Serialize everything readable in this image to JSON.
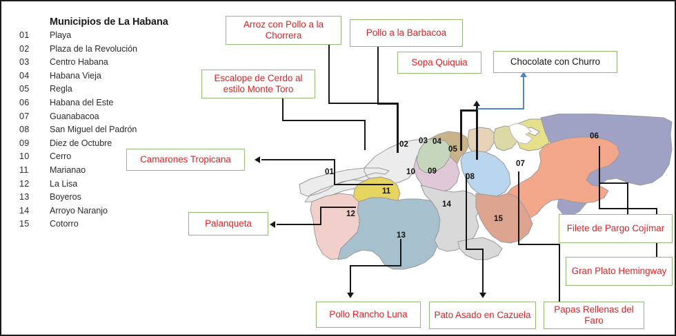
{
  "legend": {
    "title": "Municipios de La Habana",
    "items": [
      {
        "num": "01",
        "name": "Playa"
      },
      {
        "num": "02",
        "name": "Plaza de la Revolución"
      },
      {
        "num": "03",
        "name": "Centro Habana"
      },
      {
        "num": "04",
        "name": "Habana Vieja"
      },
      {
        "num": "05",
        "name": "Regla"
      },
      {
        "num": "06",
        "name": "Habana del Este"
      },
      {
        "num": "07",
        "name": "Guanabacoa"
      },
      {
        "num": "08",
        "name": "San Miguel del Padrón"
      },
      {
        "num": "09",
        "name": "Diez de Octubre"
      },
      {
        "num": "10",
        "name": "Cerro"
      },
      {
        "num": "11",
        "name": "Marianao"
      },
      {
        "num": "12",
        "name": "La Lisa"
      },
      {
        "num": "13",
        "name": "Boyeros"
      },
      {
        "num": "14",
        "name": "Arroyo Naranjo"
      },
      {
        "num": "15",
        "name": "Cotorro"
      }
    ]
  },
  "callouts": [
    {
      "id": "arroz-con-pollo-a-la-chorrera",
      "text": "Arroz con Pollo a la Chorrera",
      "color": "#e02020",
      "target_municipality": "02"
    },
    {
      "id": "pollo-a-la-barbacoa",
      "text": "Pollo a la Barbacoa",
      "color": "#e02020",
      "target_municipality": "02"
    },
    {
      "id": "sopa-quiquia",
      "text": "Sopa Quiquia",
      "color": "#e02020",
      "target_municipality": "05"
    },
    {
      "id": "chocolate-con-churro",
      "text": "Chocolate con Churro",
      "color": "#161616",
      "target_municipality": "04"
    },
    {
      "id": "escalope-de-cerdo-al-estilo-monte-toro",
      "text": "Escalope de Cerdo al estilo Monte Toro",
      "color": "#e02020",
      "target_municipality": "01"
    },
    {
      "id": "camarones-tropicana",
      "text": "Camarones Tropicana",
      "color": "#e02020",
      "target_municipality": "11"
    },
    {
      "id": "palanqueta",
      "text": "Palanqueta",
      "color": "#e02020",
      "target_municipality": "12"
    },
    {
      "id": "pollo-rancho-luna",
      "text": "Pollo Rancho Luna",
      "color": "#e02020",
      "target_municipality": "13"
    },
    {
      "id": "pato-asado-en-cazuela",
      "text": "Pato Asado en Cazuela",
      "color": "#e02020",
      "target_municipality": "08"
    },
    {
      "id": "papas-rellenas-del-faro",
      "text": "Papas Rellenas del Faro",
      "color": "#e02020",
      "target_municipality": "07"
    },
    {
      "id": "filete-de-pargo-cojimar",
      "text": "Filete de Pargo Cojímar",
      "color": "#e02020",
      "target_municipality": "06"
    },
    {
      "id": "gran-plato-hemingway",
      "text": "Gran Plato Hemingway",
      "color": "#e02020",
      "target_municipality": "06"
    }
  ],
  "callout_text": {
    "arroz": "Arroz con Pollo a la Chorrera",
    "barbacoa": "Pollo a la Barbacoa",
    "sopa": "Sopa Quiquia",
    "chocolate": "Chocolate con Churro",
    "escalope": "Escalope de Cerdo al estilo Monte Toro",
    "camarones": "Camarones Tropicana",
    "palanqueta": "Palanqueta",
    "rancho_luna": "Pollo Rancho Luna",
    "pato": "Pato Asado en Cazuela",
    "papas": "Papas Rellenas del Faro",
    "pargo": "Filete de Pargo Cojímar",
    "hemingway": "Gran Plato Hemingway"
  },
  "map": {
    "number_labels": [
      "01",
      "02",
      "03",
      "04",
      "05",
      "06",
      "07",
      "08",
      "09",
      "10",
      "11",
      "12",
      "13",
      "14",
      "15"
    ],
    "labels": {
      "m01": "01",
      "m02": "02",
      "m03": "03",
      "m04": "04",
      "m05": "05",
      "m06": "06",
      "m07": "07",
      "m08": "08",
      "m09": "09",
      "m10": "10",
      "m11": "11",
      "m12": "12",
      "m13": "13",
      "m14": "14",
      "m15": "15"
    },
    "region_colors": {
      "01": "#ececed",
      "02": "#c9b489",
      "03": "#e7d3b8",
      "04": "#ddd9a6",
      "05": "#e6df8c",
      "06": "#9fa2c4",
      "07": "#f2a68a",
      "08": "#b9d6ee",
      "09": "#e0c8d8",
      "10": "#c5d6bd",
      "11": "#e5d45f",
      "12": "#f1cfcb",
      "13": "#a6c1cd",
      "14": "#d9d9d9",
      "15": "#dda58f"
    },
    "border_color": "#9a9a9a"
  },
  "theme": {
    "callout_border": "#8fbc72",
    "callout_text_red": "#e02020",
    "callout_text_black": "#161616",
    "connector": "#161616",
    "connector_blue": "#4a86c8",
    "frame": "#1a1a1a"
  }
}
